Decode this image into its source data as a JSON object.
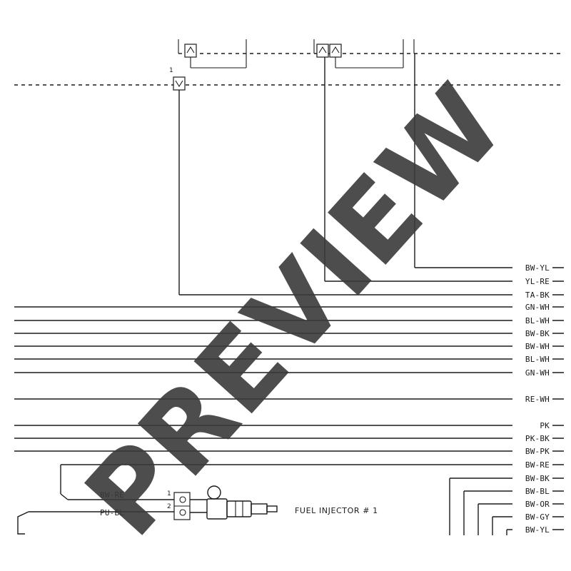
{
  "right_wires": [
    {
      "label": "BW-YL"
    },
    {
      "label": "YL-RE"
    },
    {
      "label": "TA-BK"
    },
    {
      "label": "GN-WH"
    },
    {
      "label": "BL-WH"
    },
    {
      "label": "BW-BK"
    },
    {
      "label": "BW-WH"
    },
    {
      "label": "BL-WH"
    },
    {
      "label": "GN-WH"
    },
    {
      "label": "RE-WH"
    },
    {
      "label": "PK"
    },
    {
      "label": "PK-BK"
    },
    {
      "label": "BW-PK"
    },
    {
      "label": "BW-RE"
    },
    {
      "label": "BW-BK"
    },
    {
      "label": "BW-BL"
    },
    {
      "label": "BW-OR"
    },
    {
      "label": "BW-GY"
    },
    {
      "label": "BW-YL"
    }
  ],
  "injector": {
    "name": "FUEL INJECTOR # 1",
    "wires": [
      {
        "label": "BW-RE",
        "pin": "1"
      },
      {
        "label": "PU-BL",
        "pin": "2"
      }
    ]
  },
  "connector_pin_label": "1",
  "watermark": "PREVIEW"
}
